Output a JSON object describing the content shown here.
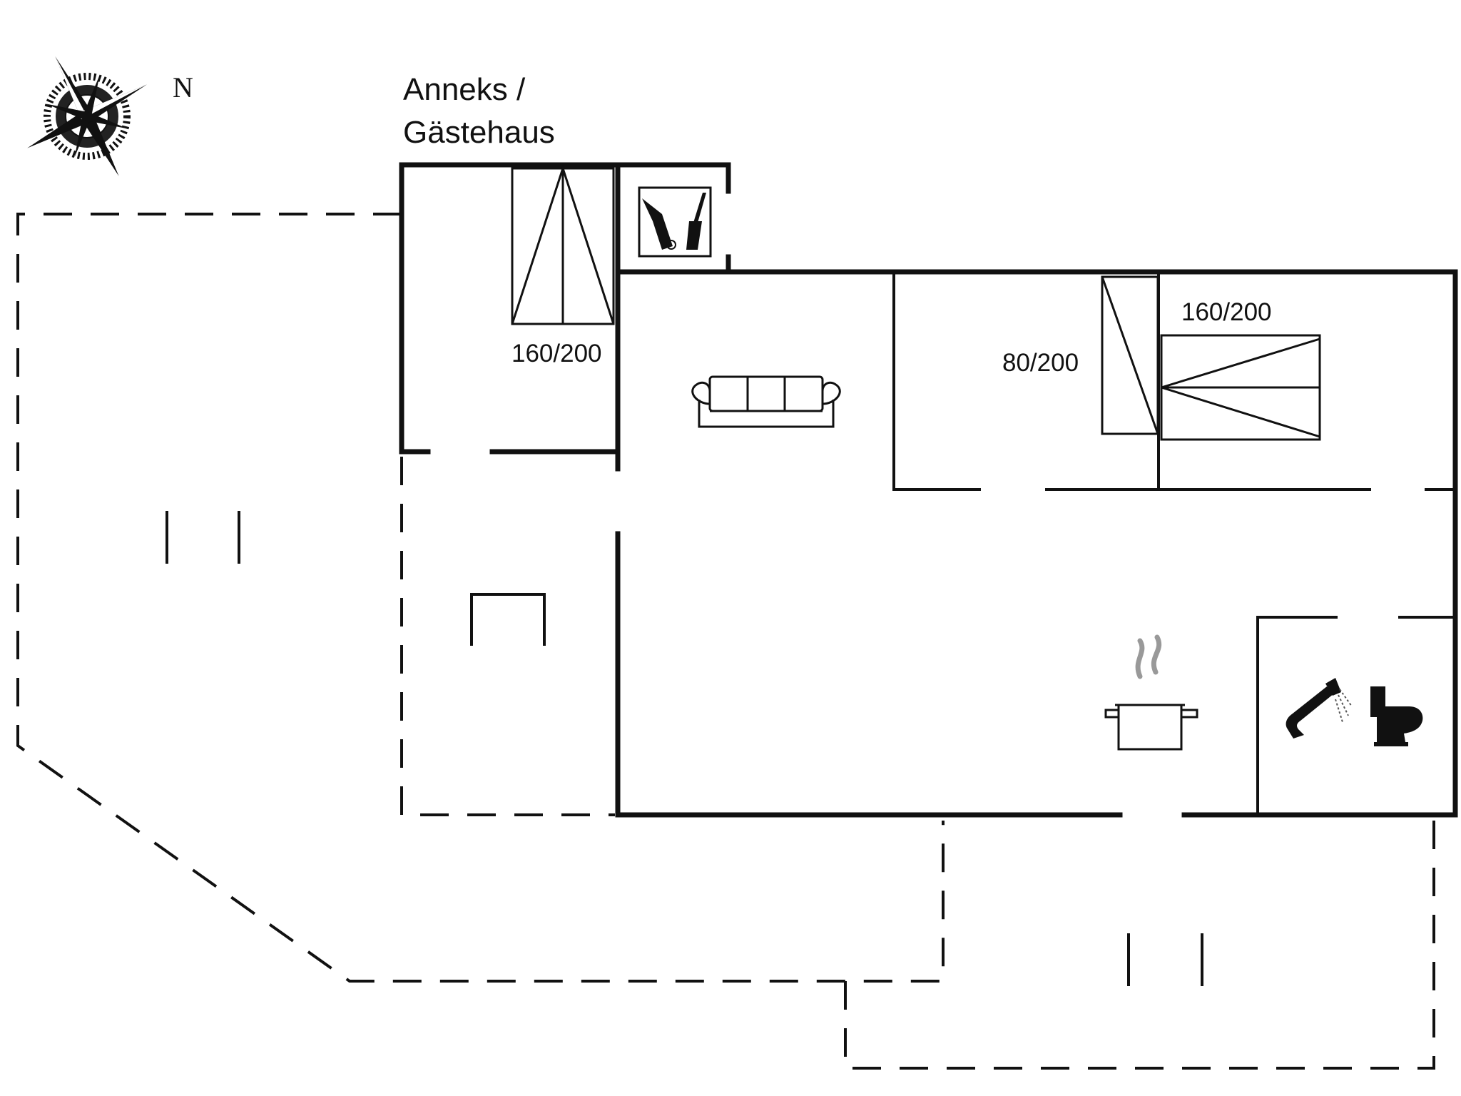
{
  "compass": {
    "north_label": "N"
  },
  "annex_label": {
    "line1": "Anneks /",
    "line2": "Gästehaus"
  },
  "beds": {
    "annex_bed": "160/200",
    "single_bed": "80/200",
    "double_bed": "160/200"
  },
  "icons": {
    "compass": "compass-rose-icon",
    "utility": "sauna-utility-icon",
    "sofa": "sofa-icon",
    "kitchen": "cooking-pot-icon",
    "shower": "shower-icon",
    "toilet": "toilet-icon"
  }
}
